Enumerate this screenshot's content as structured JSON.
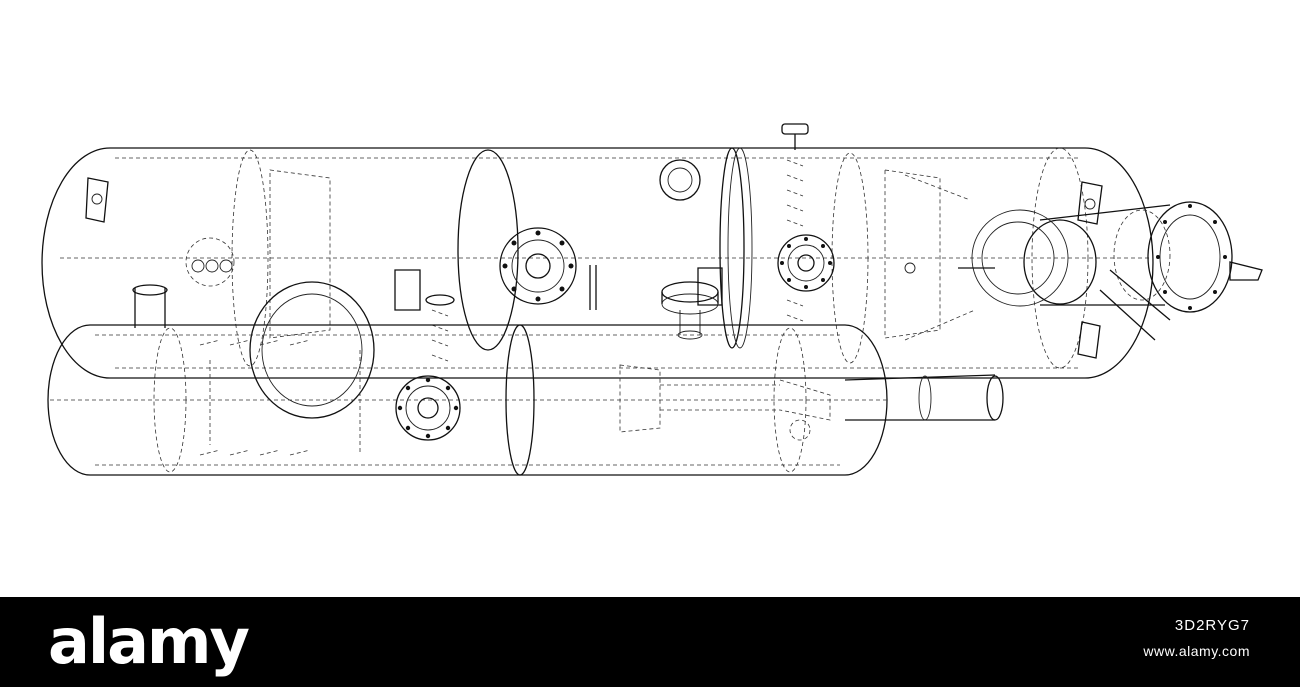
{
  "image": {
    "subject": "pressure-vessel-wireframe",
    "colors": {
      "background": "#ffffff",
      "lines": "#111111",
      "footer": "#000000",
      "footer_text": "#ffffff"
    }
  },
  "footer": {
    "brand": "alamy",
    "image_id": "3D2RYG7",
    "url": "www.alamy.com"
  }
}
